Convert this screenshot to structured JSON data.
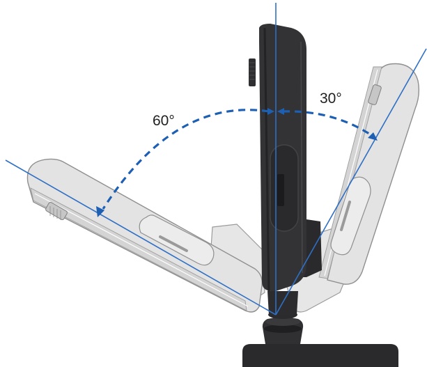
{
  "labels": {
    "left_angle": "60°",
    "right_angle": "30°"
  },
  "colors": {
    "guide_line": "#2f6fc4",
    "arc": "#1d5fb3",
    "monitor_dark": "#2f2f31",
    "monitor_ghost_fill": "#e4e4e4",
    "monitor_ghost_stroke": "#9a9a9a",
    "stand": "#262628"
  },
  "tilt_angles_deg": {
    "backward": 60,
    "forward": 30
  }
}
